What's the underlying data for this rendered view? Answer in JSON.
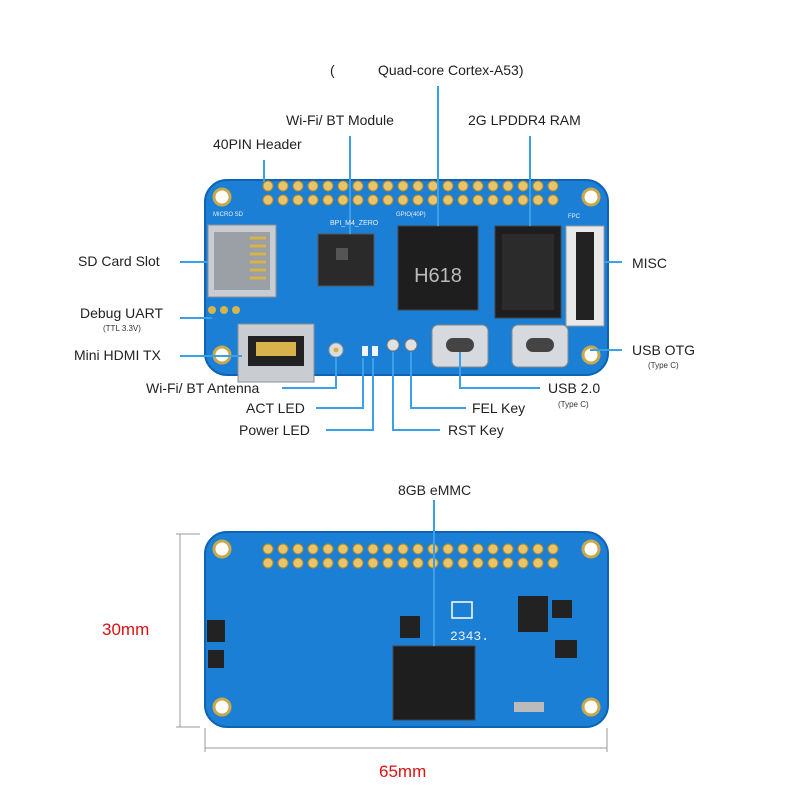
{
  "labels": {
    "paren": "(",
    "cpu": "Quad-core Cortex-A53)",
    "wifi_module": "Wi-Fi/ BT Module",
    "ram": "2G LPDDR4 RAM",
    "header": "40PIN Header",
    "sd": "SD Card Slot",
    "misc": "MISC",
    "uart": "Debug UART",
    "uart_sub": "(TTL 3.3V)",
    "hdmi": "Mini HDMI TX",
    "usb_otg": "USB OTG",
    "usb_otg_sub": "(Type C)",
    "antenna": "Wi-Fi/ BT Antenna",
    "usb2": "USB 2.0",
    "usb2_sub": "(Type C)",
    "act_led": "ACT LED",
    "fel_key": "FEL Key",
    "power_led": "Power LED",
    "rst_key": "RST Key",
    "emmc": "8GB eMMC"
  },
  "silk": {
    "soc": "H618",
    "board": "BPI_M4_ZERO",
    "micro_sd": "MICRO SD",
    "gpio": "GPIO(40P)",
    "fpc": "FPC",
    "date": "2343."
  },
  "dimensions": {
    "height": "30mm",
    "width": "65mm"
  },
  "colors": {
    "board": "#1b7fd6",
    "board_dark": "#0e63b4",
    "chip": "#1e1e1e",
    "dim_red": "#dd1111"
  }
}
